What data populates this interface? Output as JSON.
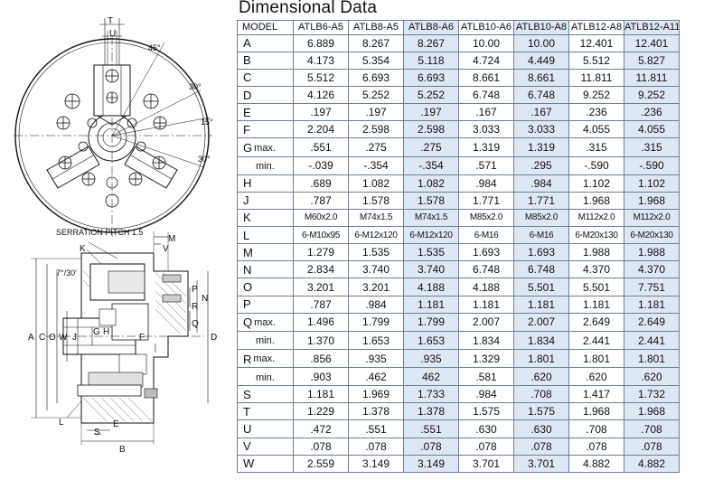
{
  "drawing": {
    "angles": [
      "45°",
      "30°",
      "15°",
      "30°"
    ],
    "top_letters": [
      "T",
      "U"
    ],
    "serration_label": "SERRATION PITCH 1.5",
    "side_letters": [
      "K",
      "M",
      "V",
      "P",
      "N",
      "R",
      "Q",
      "A",
      "C",
      "O",
      "W",
      "J",
      "G",
      "H",
      "F",
      "D",
      "L",
      "E",
      "S",
      "B"
    ],
    "angle_small": "7°/30'"
  },
  "table": {
    "title": "Dimensional Data",
    "header": {
      "label": "MODEL",
      "models": [
        "ATLB6-A5",
        "ATLB8-A5",
        "ATLB8-A6",
        "ATLB10-A6",
        "ATLB10-A8",
        "ATLB12-A8",
        "ATLB12-A11"
      ]
    },
    "rows": [
      {
        "label": "A",
        "values": [
          "6.889",
          "8.267",
          "8.267",
          "10.00",
          "10.00",
          "12.401",
          "12.401"
        ]
      },
      {
        "label": "B",
        "values": [
          "4.173",
          "5.354",
          "5.118",
          "4.724",
          "4.449",
          "5.512",
          "5.827"
        ]
      },
      {
        "label": "C",
        "values": [
          "5.512",
          "6.693",
          "6.693",
          "8.661",
          "8.661",
          "11.811",
          "11.811"
        ]
      },
      {
        "label": "D",
        "values": [
          "4.126",
          "5.252",
          "5.252",
          "6.748",
          "6.748",
          "9.252",
          "9.252"
        ]
      },
      {
        "label": "E",
        "values": [
          ".197",
          ".197",
          ".197",
          ".167",
          ".167",
          ".236",
          ".236"
        ]
      },
      {
        "label": "F",
        "values": [
          "2.204",
          "2.598",
          "2.598",
          "3.033",
          "3.033",
          "4.055",
          "4.055"
        ]
      },
      {
        "label": "G",
        "sub": "max.",
        "values": [
          ".551",
          ".275",
          ".275",
          "1.319",
          "1.319",
          ".315",
          ".315"
        ]
      },
      {
        "label": "",
        "sub": "min.",
        "values": [
          "-.039",
          "-.354",
          "-.354",
          ".571",
          ".295",
          "-.590",
          "-.590"
        ]
      },
      {
        "label": "H",
        "values": [
          ".689",
          "1.082",
          "1.082",
          ".984",
          ".984",
          "1.102",
          "1.102"
        ]
      },
      {
        "label": "J",
        "values": [
          ".787",
          "1.578",
          "1.578",
          "1.771",
          "1.771",
          "1.968",
          "1.968"
        ]
      },
      {
        "label": "K",
        "small": true,
        "values": [
          "M60x2.0",
          "M74x1.5",
          "M74x1.5",
          "M85x2.0",
          "M85x2.0",
          "M112x2.0",
          "M112x2.0"
        ]
      },
      {
        "label": "L",
        "small": true,
        "values": [
          "6-M10x95",
          "6-M12x120",
          "6-M12x120",
          "6-M16",
          "6-M16",
          "6-M20x130",
          "6-M20x130"
        ]
      },
      {
        "label": "M",
        "values": [
          "1.279",
          "1.535",
          "1.535",
          "1.693",
          "1.693",
          "1.988",
          "1.988"
        ]
      },
      {
        "label": "N",
        "values": [
          "2.834",
          "3.740",
          "3.740",
          "6.748",
          "6.748",
          "4.370",
          "4.370"
        ]
      },
      {
        "label": "O",
        "values": [
          "3.201",
          "3.201",
          "4.188",
          "4.188",
          "5.501",
          "5.501",
          "7.751"
        ]
      },
      {
        "label": "P",
        "values": [
          ".787",
          ".984",
          "1.181",
          "1.181",
          "1.181",
          "1.181",
          "1.181"
        ]
      },
      {
        "label": "Q",
        "sub": "max.",
        "values": [
          "1.496",
          "1.799",
          "1.799",
          "2.007",
          "2.007",
          "2.649",
          "2.649"
        ]
      },
      {
        "label": "",
        "sub": "min.",
        "values": [
          "1.370",
          "1.653",
          "1.653",
          "1.834",
          "1.834",
          "2.441",
          "2.441"
        ]
      },
      {
        "label": "R",
        "sub": "max.",
        "values": [
          ".856",
          ".935",
          ".935",
          "1.329",
          "1.801",
          "1.801",
          "1.801"
        ]
      },
      {
        "label": "",
        "sub": "min.",
        "values": [
          ".903",
          ".462",
          "462",
          ".581",
          ".620",
          ".620",
          ".620"
        ]
      },
      {
        "label": "S",
        "values": [
          "1.181",
          "1.969",
          "1.733",
          ".984",
          ".708",
          "1.417",
          "1.732"
        ]
      },
      {
        "label": "T",
        "values": [
          "1.229",
          "1.378",
          "1.378",
          "1.575",
          "1.575",
          "1.968",
          "1.968"
        ]
      },
      {
        "label": "U",
        "values": [
          ".472",
          ".551",
          ".551",
          ".630",
          ".630",
          ".708",
          ".708"
        ]
      },
      {
        "label": "V",
        "values": [
          ".078",
          ".078",
          ".078",
          ".078",
          ".078",
          ".078",
          ".078"
        ]
      },
      {
        "label": "W",
        "values": [
          "2.559",
          "3.149",
          "3.149",
          "3.701",
          "3.701",
          "4.882",
          "4.882"
        ]
      }
    ]
  }
}
